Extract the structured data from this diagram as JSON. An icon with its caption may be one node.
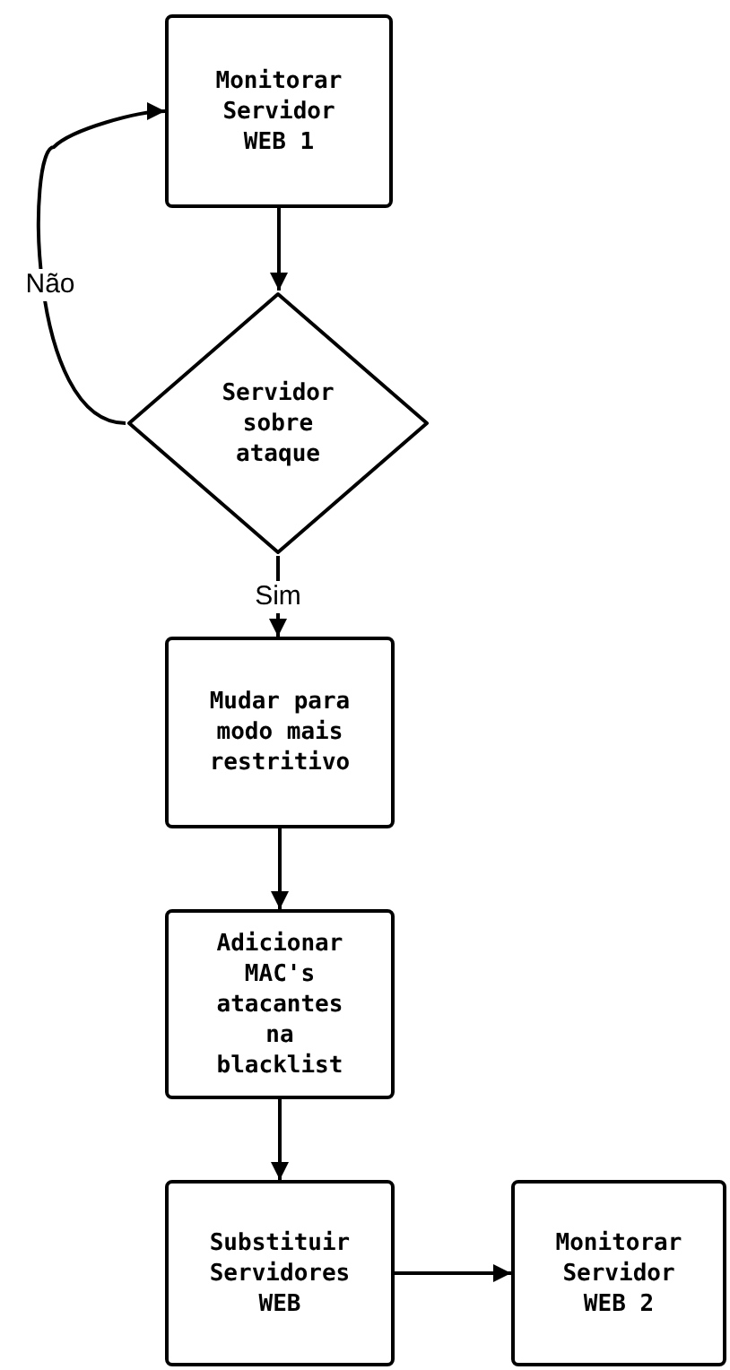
{
  "diagram": {
    "nodes": [
      {
        "text": [
          "Monitorar Servidor WEB 1"
        ]
      },
      {
        "text": [
          "Servidor sobre ataque"
        ]
      },
      {
        "text": [
          "Mudar para modo mais restritivo"
        ]
      },
      {
        "text": [
          "Adicionar MAC's atacantes na blacklist"
        ]
      },
      {
        "text": [
          "Substituir Servidores WEB"
        ]
      },
      {
        "text": [
          "Monitorar Servidor WEB 2"
        ]
      }
    ],
    "edges": [
      {
        "from": 0,
        "to": 1,
        "arrow": "to"
      },
      {
        "from": 1,
        "to": 0,
        "arrow": "to",
        "label": "Não"
      },
      {
        "from": 1,
        "to": 2,
        "arrow": "to",
        "label": "Sim"
      },
      {
        "from": 2,
        "to": 3,
        "arrow": "to"
      },
      {
        "from": 3,
        "to": 4,
        "arrow": "to"
      },
      {
        "from": 4,
        "to": 5,
        "arrow": "to"
      }
    ]
  }
}
